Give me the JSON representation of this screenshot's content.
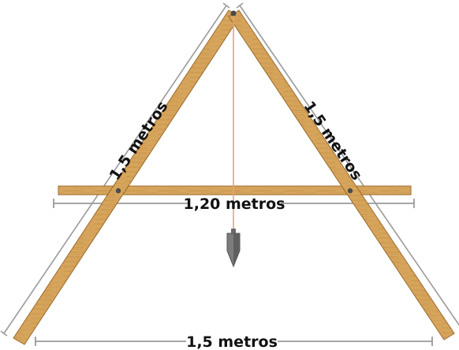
{
  "diagram": {
    "labels": {
      "left_leg": "1,5 metros",
      "right_leg": "1,5 metros",
      "crossbar": "1,20 metros",
      "base": "1,5 metros"
    },
    "colors": {
      "wood": "#d6a55b",
      "wood_edge": "#9a6a2c",
      "wood_grain": "#b98540",
      "dimension_line": "#9a9a9a",
      "plumb_string": "#e8a27a",
      "plumb_bob": "#7c7c7c",
      "nail": "#4a4a4a",
      "text": "#111111"
    }
  }
}
